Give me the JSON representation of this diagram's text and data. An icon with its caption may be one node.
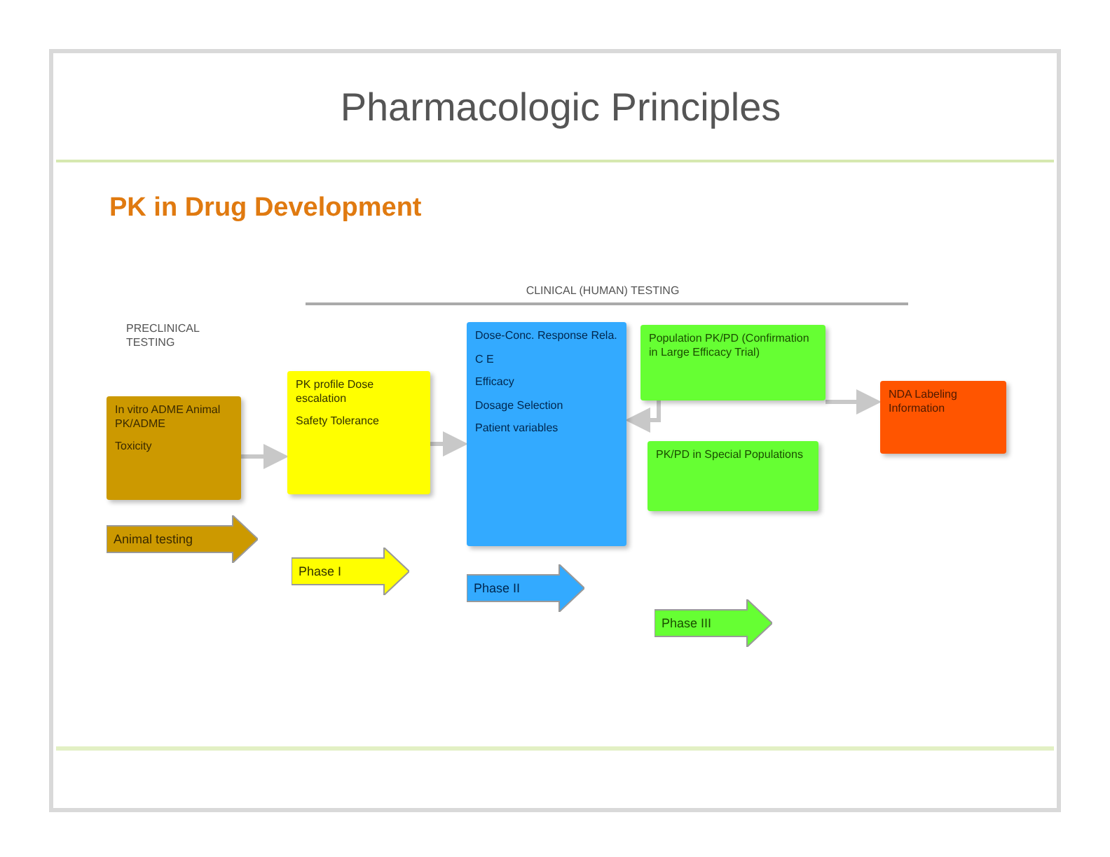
{
  "diagram": {
    "title": "Pharmacologic Principles",
    "nodes": [
      {
        "text": [
          "In vitro ADME Animal PK/ADME",
          "Toxicity"
        ]
      },
      {
        "text": [
          "PK profile Dose escalation",
          "Safety Tolerance"
        ]
      },
      {
        "text": [
          "Dose-Conc. Response Rela.",
          "C E",
          "Efficacy",
          "Dosage Selection",
          "Patient variables"
        ]
      },
      {
        "text": [
          "Population PK/PD (Confirmation in Large Efficacy Trial)"
        ]
      },
      {
        "text": [
          "PK/PD in Special Populations"
        ]
      },
      {
        "text": [
          "NDA Labeling Information"
        ]
      },
      {
        "text": [
          "Animal testing"
        ]
      },
      {
        "text": [
          "Phase I"
        ]
      },
      {
        "text": [
          "Phase II"
        ]
      },
      {
        "text": [
          "Phase III"
        ]
      }
    ],
    "edges": [
      {
        "from": 0,
        "to": 1,
        "arrow": "to"
      },
      {
        "from": 1,
        "to": 2,
        "arrow": "to"
      },
      {
        "from": 3,
        "to": 2,
        "arrow": "to"
      },
      {
        "from": 3,
        "to": 5,
        "arrow": "to"
      }
    ],
    "labels": [
      "PK in Drug Development",
      "PRECLINICAL TESTING",
      "CLINICAL (HUMAN) TESTING"
    ]
  }
}
